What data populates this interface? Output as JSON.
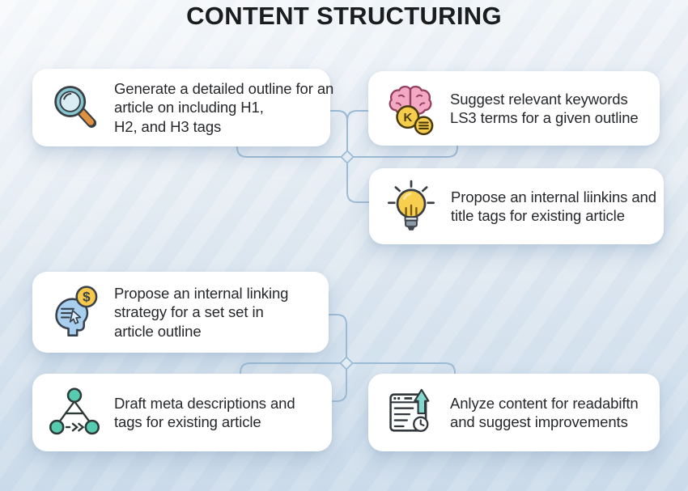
{
  "title": "CONTENT STRUCTURING",
  "colors": {
    "background_top": "#eff3f7",
    "background_bottom": "#cddcea",
    "card_background": "#ffffff",
    "connector": "#9cbcd6",
    "title_text": "#1a1c1e",
    "card_text": "#26282b",
    "magnifier_teal": "#86c7d1",
    "handle_orange": "#e0913f",
    "brain_pink": "#f3a9c4",
    "coin_yellow": "#f6cd4a",
    "bulb_yellow": "#f7ce4d",
    "head_blue": "#a9cfee",
    "node_green": "#57cbb0",
    "arrow_teal": "#83d7cc"
  },
  "cards": [
    {
      "id": "generate-outline",
      "icon": "magnifier-icon",
      "lines": [
        "Generate a detailed outline for an",
        "article on including H1,",
        "H2, and H3 tags"
      ]
    },
    {
      "id": "suggest-keywords",
      "icon": "brain-keywords-icon",
      "lines": [
        "Suggest relevant keywords",
        "LS3 terms for a given outline"
      ]
    },
    {
      "id": "propose-title-tags",
      "icon": "lightbulb-icon",
      "lines": [
        "Propose an internal liinkins and",
        "title tags for existing article"
      ]
    },
    {
      "id": "linking-strategy",
      "icon": "head-dollar-icon",
      "lines": [
        "Propose an internal linking",
        "strategy for a set set in",
        "article outline"
      ]
    },
    {
      "id": "draft-meta",
      "icon": "flowchart-icon",
      "lines": [
        "Draft meta descriptions and",
        "tags for existing article"
      ]
    },
    {
      "id": "analyze-content",
      "icon": "document-arrow-icon",
      "lines": [
        "Anlyze content for readabiftn",
        "and suggest improvements"
      ]
    }
  ],
  "icon_badges": {
    "keyword_badge": "K",
    "dollar_badge": "$"
  }
}
